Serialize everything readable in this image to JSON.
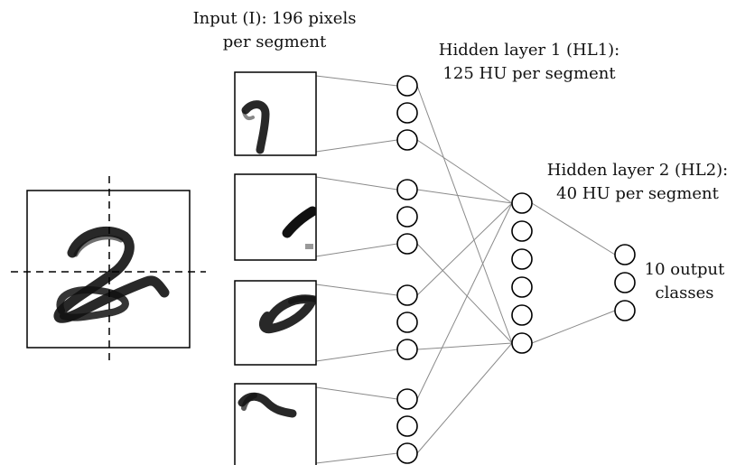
{
  "labels": {
    "input": {
      "line1": "Input (I): 196 pixels",
      "line2": "per segment"
    },
    "hidden1": {
      "line1": "Hidden layer 1 (HL1):",
      "line2": "125 HU per segment"
    },
    "hidden2": {
      "line1": "Hidden layer 2 (HL2):",
      "line2": "40 HU per segment"
    },
    "output": {
      "line1": "10 output",
      "line2": "classes"
    }
  },
  "diagram": {
    "full_digit": "2",
    "segments": [
      "top-left quadrant",
      "top-right quadrant",
      "bottom-left quadrant",
      "bottom-right quadrant"
    ],
    "hl1_groups": 4,
    "hl1_units_shown_per_group": 3,
    "hl2_units_shown": 6,
    "output_units_shown": 3
  },
  "colors": {
    "stroke": "#000000",
    "connection": "#888888",
    "ink": "#111111"
  }
}
